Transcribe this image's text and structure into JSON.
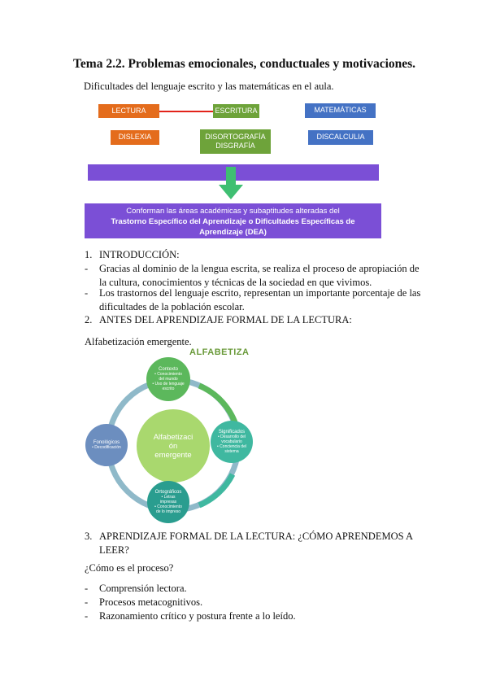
{
  "header": {
    "title": "Tema 2.2. Problemas emocionales, conductuales y motivaciones.",
    "subtitle": "Dificultades del lenguaje escrito y las matemáticas en el aula."
  },
  "diagram1": {
    "lectura": "LECTURA",
    "escritura": "ESCRITURA",
    "matematicas": "MATEMÁTICAS",
    "dislexia": "DISLEXIA",
    "disortografia": "DISORTOGRAFÍA",
    "disgrafia": "DISGRAFÍA",
    "discalculia": "DISCALCULIA",
    "bottom_line1": "Conforman las áreas académicas y subaptitudes alteradas del",
    "bottom_line2": "Trastorno Específico del Aprendizaje o Dificultades Específicas de",
    "bottom_line3": "Aprendizaje (DEA)",
    "colors": {
      "orange": "#e46c1c",
      "green": "#6ea33a",
      "blue": "#4472c4",
      "purple": "#7b4fd6",
      "arrow": "#3fbf72",
      "connector": "#e2231a"
    }
  },
  "sections": {
    "s1_number": "1.",
    "s1_title": "INTRODUCCIÓN:",
    "s1_b1_marker": "-",
    "s1_b1_line1": "Gracias al dominio de la lengua escrita, se realiza el proceso de apropiación de",
    "s1_b1_line2": "la cultura, conocimientos y técnicas de la sociedad en que vivimos.",
    "s1_b2_marker": "-",
    "s1_b2_line1": "Los trastornos del lenguaje escrito, representan un importante porcentaje de las",
    "s1_b2_line2": "dificultades de la población escolar.",
    "s2_number": "2.",
    "s2_title": "ANTES DEL APRENDIZAJE FORMAL DE LA LECTURA:",
    "s2_text": "Alfabetización emergente.",
    "s3_number": "3.",
    "s3_title_line1": "APRENDIZAJE FORMAL DE LA LECTURA: ¿CÓMO APRENDEMOS A",
    "s3_title_line2": "LEER?",
    "s3_question": "¿Cómo es el proceso?",
    "s3_items": [
      {
        "marker": "-",
        "text": "Comprensión lectora."
      },
      {
        "marker": "-",
        "text": "Procesos metacognitivos."
      },
      {
        "marker": "-",
        "text": "Razonamiento crítico y postura frente a lo leído."
      }
    ]
  },
  "cycle": {
    "banner": "ALFABETIZA",
    "center_line1": "Alfabetizaci",
    "center_line2": "ón",
    "center_line3": "emergente",
    "top_title": "Contexto",
    "top_l1": "• Conocimiento",
    "top_l2": "del mundo",
    "top_l3": "• Uso de lenguaje",
    "top_l4": "escrito",
    "right_title": "Significados",
    "right_l1": "• Desarrollo del",
    "right_l2": "vocabulario",
    "right_l3": "• Conciencia del",
    "right_l4": "sistema",
    "bottom_title": "Ortográficos",
    "bottom_l1": "• Letras",
    "bottom_l2": "impresas",
    "bottom_l3": "• Conocimiento",
    "bottom_l4": "de lo impreso",
    "left_title": "Fonológicos",
    "left_l1": "• Decodificación",
    "colors": {
      "center": "#a9d86e",
      "top": "#5cb85c",
      "right": "#3fb8a0",
      "bottom": "#2a9d8f",
      "left": "#6c8ebf"
    }
  }
}
